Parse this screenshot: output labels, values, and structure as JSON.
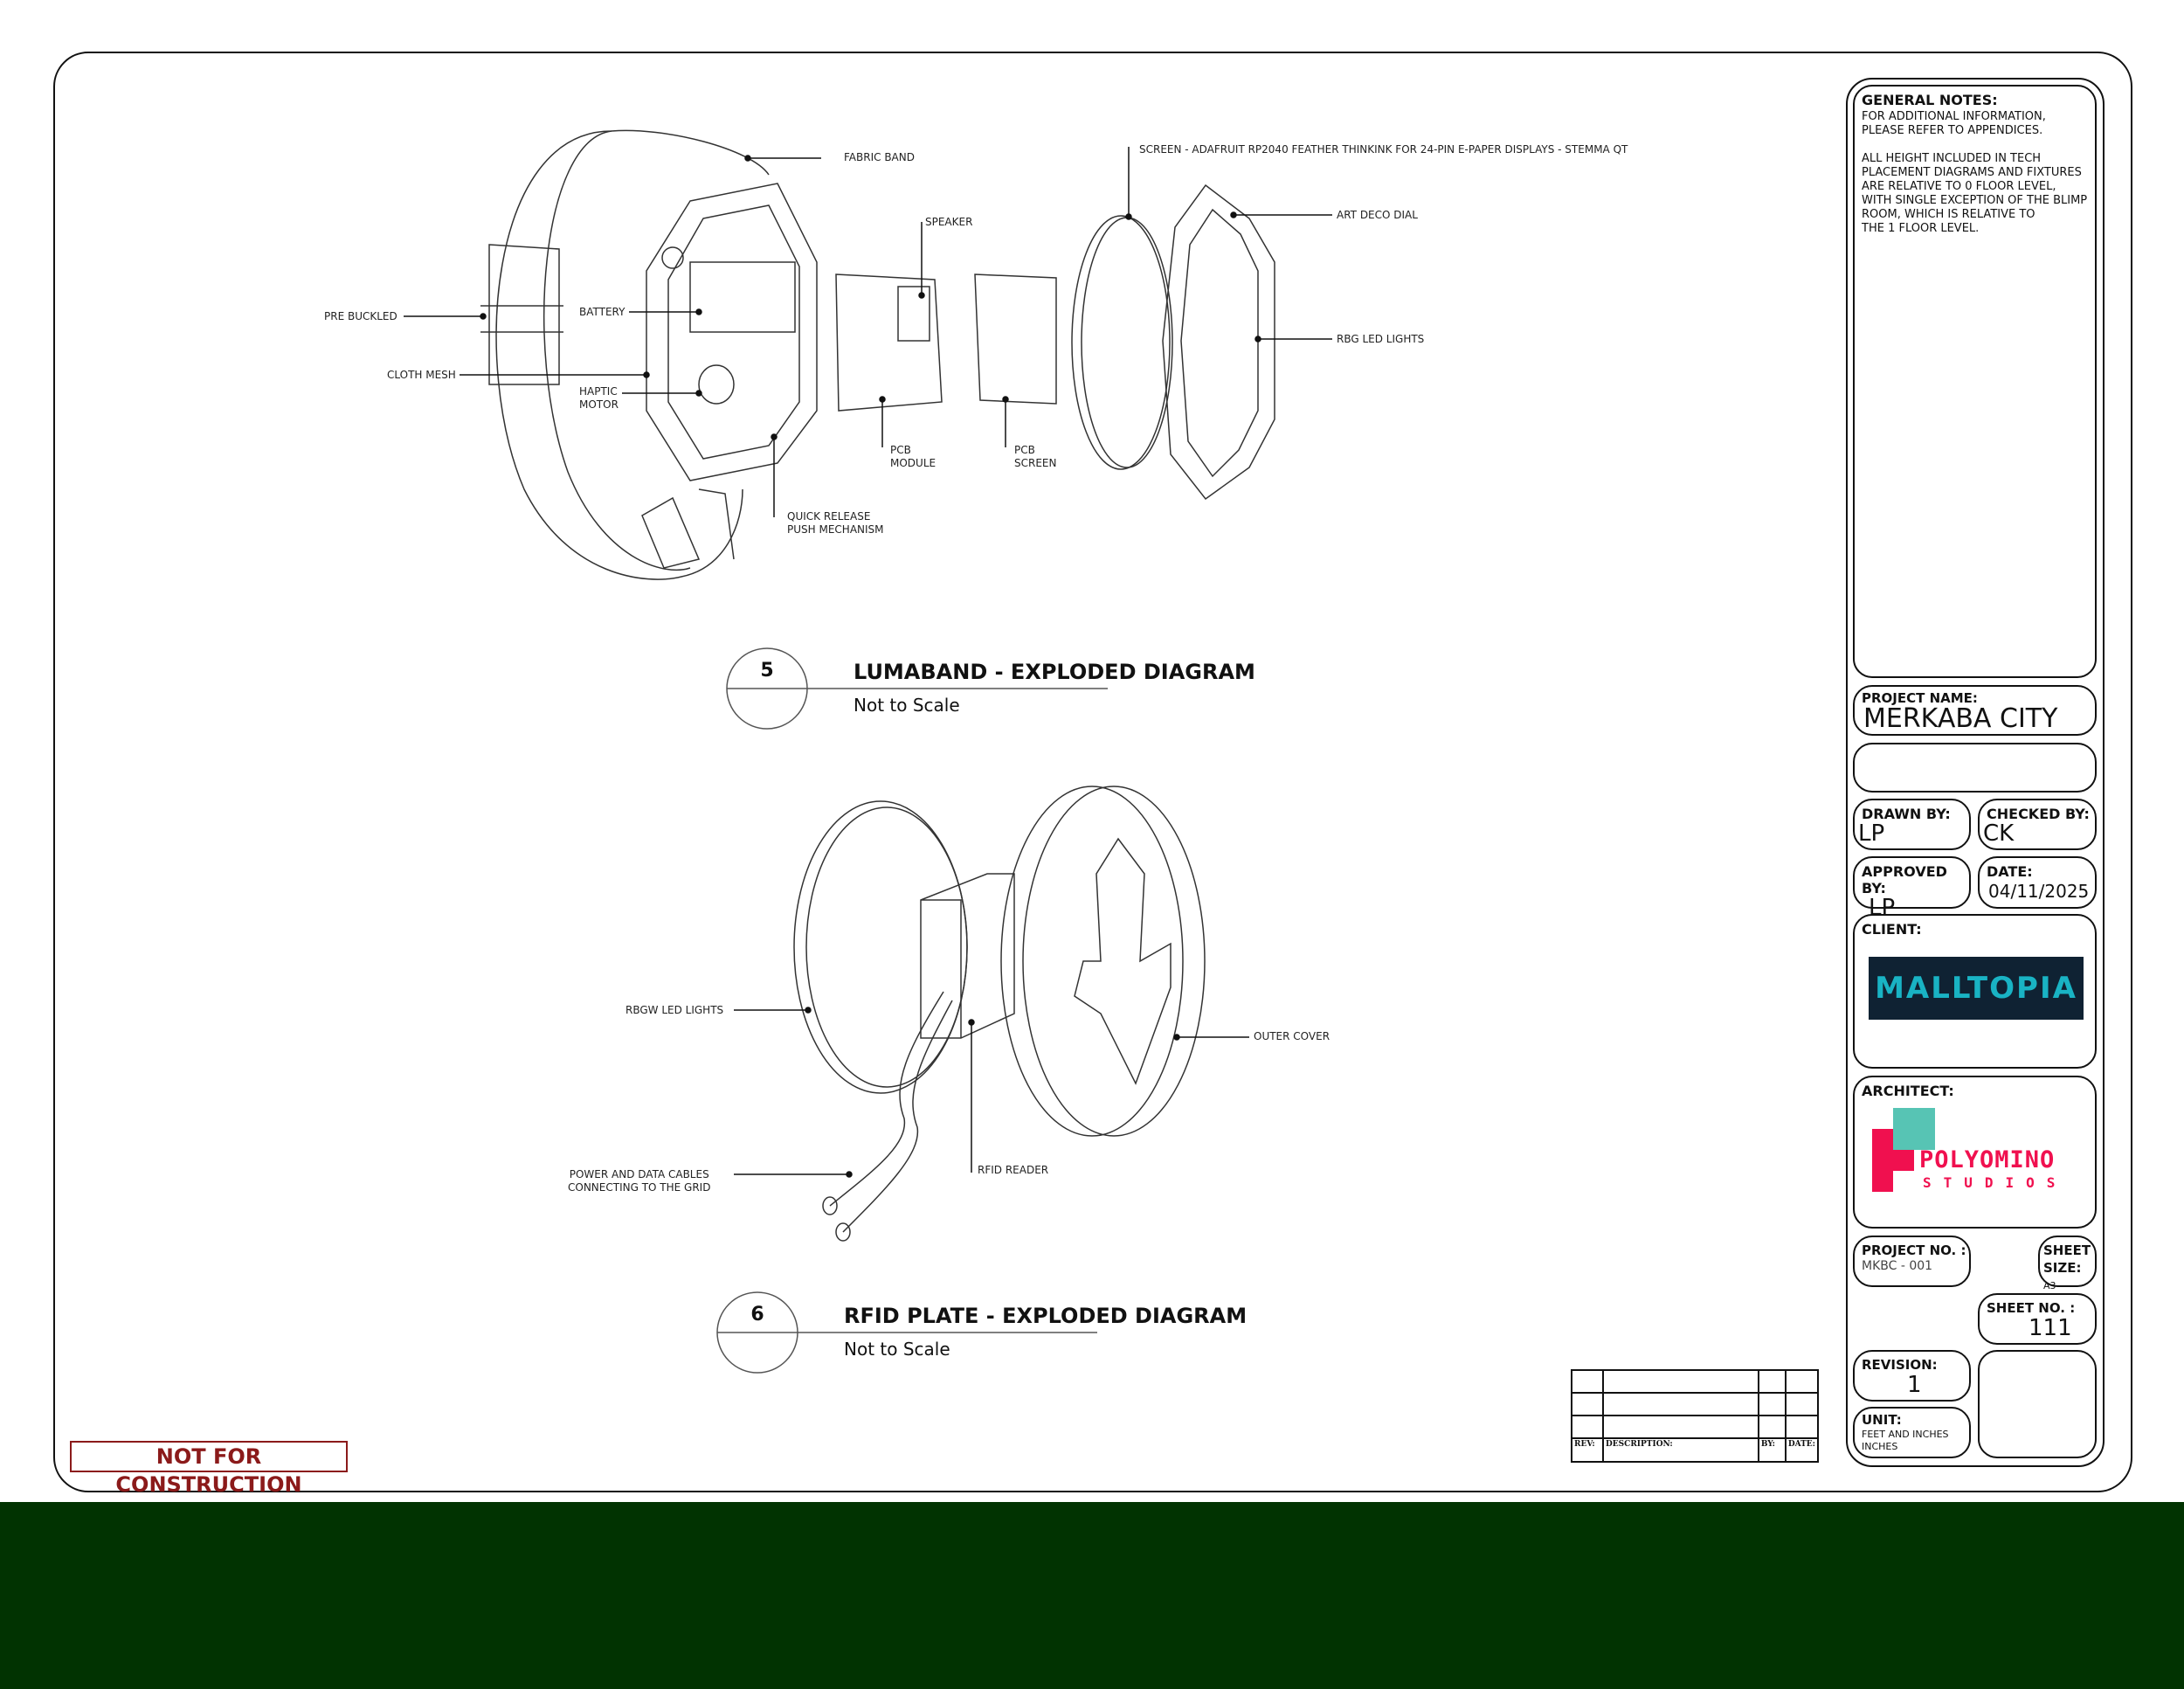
{
  "diagrams": [
    {
      "number": "5",
      "title": "LUMABAND - EXPLODED DIAGRAM",
      "scale": "Not to Scale",
      "labels": {
        "fabric_band": "FABRIC BAND",
        "screen": "SCREEN - ADAFRUIT RP2040 FEATHER THINKINK FOR 24-PIN E-PAPER DISPLAYS - STEMMA QT",
        "speaker": "SPEAKER",
        "art_deco_dial": "ART DECO DIAL",
        "rbg_led_lights": "RBG LED LIGHTS",
        "pre_buckled": "PRE BUCKLED",
        "battery": "BATTERY",
        "cloth_mesh": "CLOTH MESH",
        "haptic_motor_1": "HAPTIC",
        "haptic_motor_2": "MOTOR",
        "pcb_module_1": "PCB",
        "pcb_module_2": "MODULE",
        "pcb_screen_1": "PCB",
        "pcb_screen_2": "SCREEN",
        "quick_release_1": "QUICK RELEASE",
        "quick_release_2": "PUSH MECHANISM"
      }
    },
    {
      "number": "6",
      "title": "RFID PLATE - EXPLODED DIAGRAM",
      "scale": "Not to Scale",
      "labels": {
        "rbgw_led_lights": "RBGW LED LIGHTS",
        "outer_cover": "OUTER COVER",
        "cables_1": "POWER AND DATA CABLES",
        "cables_2": "CONNECTING TO THE GRID",
        "rfid_reader": "RFID READER"
      }
    }
  ],
  "stamp": "NOT FOR CONSTRUCTION",
  "revision_table": {
    "headers": [
      "REV:",
      "DESCRIPTION:",
      "BY:",
      "DATE:"
    ]
  },
  "title_block": {
    "general_notes_label": "GENERAL NOTES:",
    "notes": [
      "FOR ADDITIONAL INFORMATION,",
      "PLEASE REFER TO APPENDICES.",
      "",
      "ALL HEIGHT INCLUDED IN TECH",
      "PLACEMENT DIAGRAMS AND FIXTURES",
      "ARE RELATIVE TO 0 FLOOR LEVEL,",
      "WITH SINGLE EXCEPTION OF THE BLIMP",
      "ROOM, WHICH IS RELATIVE TO",
      "THE 1 FLOOR LEVEL."
    ],
    "project_name_label": "PROJECT NAME:",
    "project_name": "MERKABA CITY",
    "drawn_by_label": "DRAWN BY:",
    "drawn_by": "LP",
    "checked_by_label": "CHECKED BY:",
    "checked_by": "CK",
    "approved_by_label": "APPROVED BY:",
    "approved_by": "LP",
    "date_label": "DATE:",
    "date": "04/11/2025",
    "client_label": "CLIENT:",
    "client_logo": "MALLTOPIA",
    "architect_label": "ARCHITECT:",
    "architect_logo_1": "POLYOMINO",
    "architect_logo_2": "STUDIOS",
    "project_no_label": "PROJECT NO. :",
    "project_no": "MKBC  - 001",
    "sheet_size_label_1": "SHEET",
    "sheet_size_label_2": "SIZE:",
    "sheet_size": "A3",
    "sheet_no_label": "SHEET NO. :",
    "sheet_no": "111",
    "revision_label": "REVISION:",
    "revision": "1",
    "unit_label": "UNIT:",
    "unit_1": "FEET AND INCHES",
    "unit_2": "INCHES"
  },
  "colors": {
    "footer_band": "#013301",
    "stamp": "#8b1a1a",
    "client_bg": "#0f2233",
    "client_teal": "#19b3c4",
    "architect_pink": "#f0104f",
    "architect_teal": "#57c4b4"
  }
}
